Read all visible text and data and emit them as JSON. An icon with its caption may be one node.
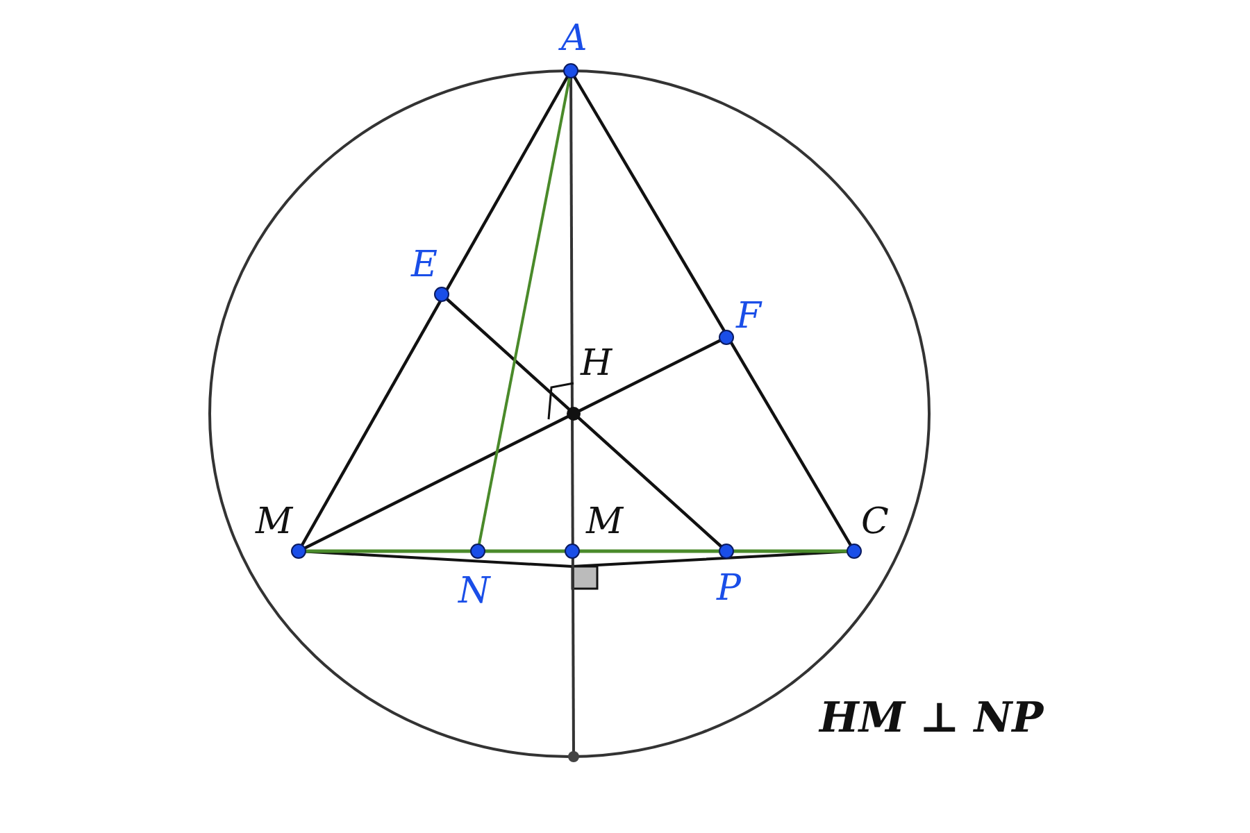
{
  "diagram": {
    "labels": [
      "A",
      "E",
      "F",
      "H",
      "M",
      "M",
      "C",
      "N",
      "P",
      "HM ⊥ NP"
    ]
  }
}
